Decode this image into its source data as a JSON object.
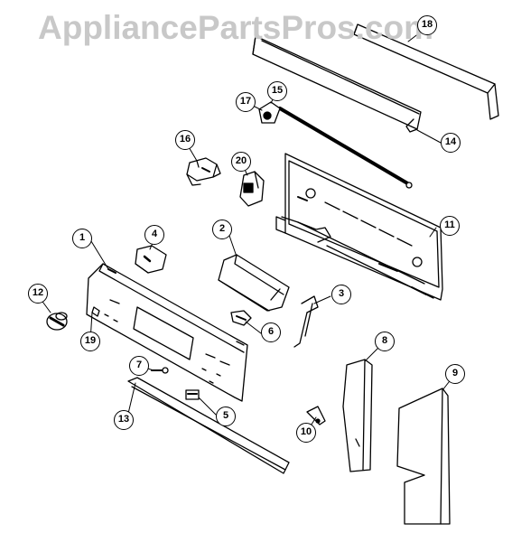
{
  "watermark": "AppliancePartsPros.com",
  "callouts": {
    "c1": "1",
    "c2": "2",
    "c3": "3",
    "c4": "4",
    "c5": "5",
    "c6": "6",
    "c7": "7",
    "c8": "8",
    "c9": "9",
    "c10": "10",
    "c11": "11",
    "c12": "12",
    "c13": "13",
    "c14": "14",
    "c15": "15",
    "c16": "16",
    "c17": "17",
    "c18": "18",
    "c19": "19",
    "c20": "20"
  }
}
